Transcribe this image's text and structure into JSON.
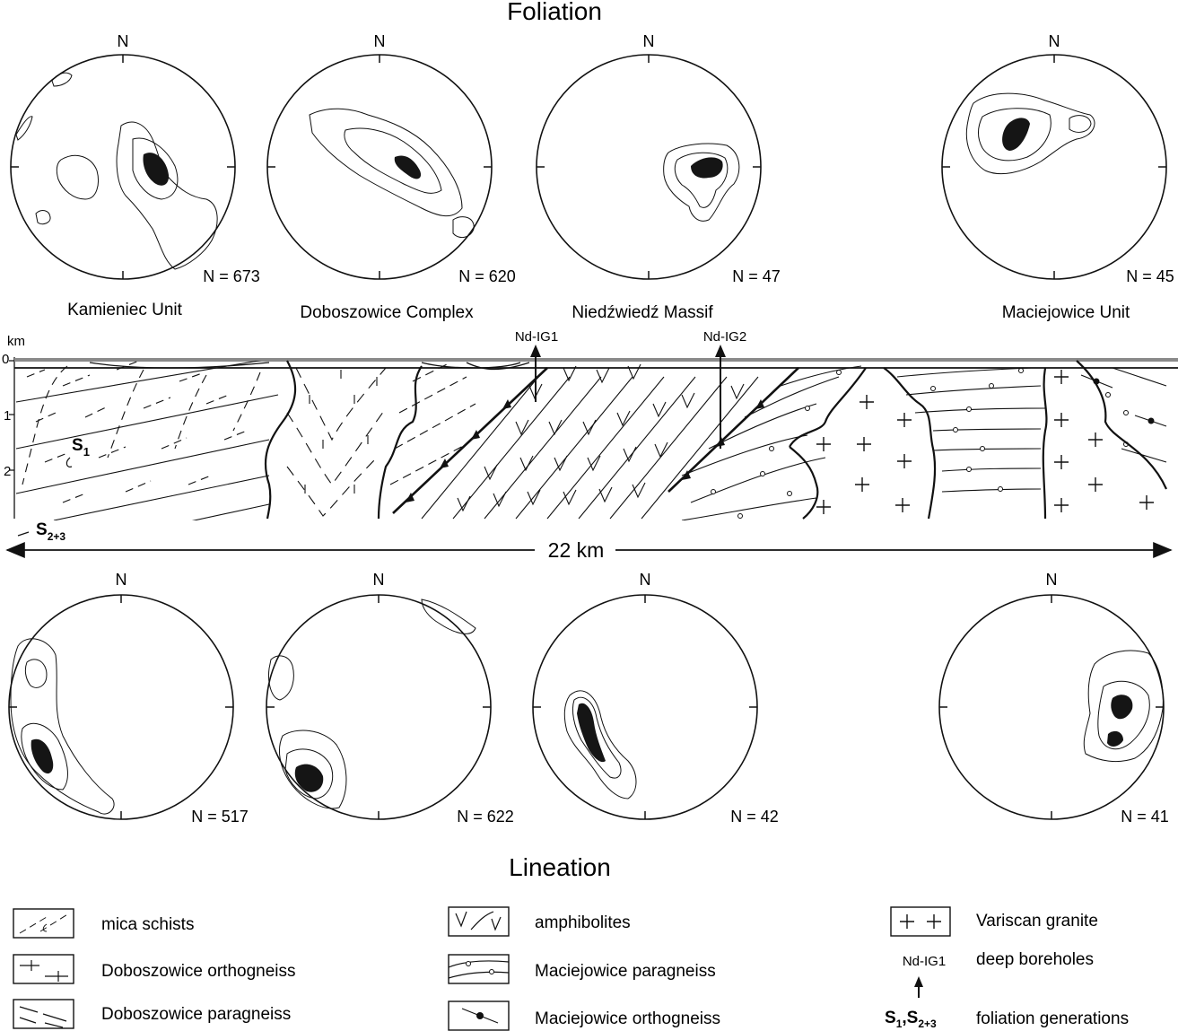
{
  "titles": {
    "top": "Foliation",
    "bottom": "Lineation"
  },
  "north_label": "N",
  "units": [
    {
      "name": "Kamieniec Unit",
      "foliation_n": "N = 673",
      "lineation_n": "N = 517"
    },
    {
      "name": "Doboszowice Complex",
      "foliation_n": "N = 620",
      "lineation_n": "N = 622"
    },
    {
      "name": "Niedźwiedź Massif",
      "foliation_n": "N = 47",
      "lineation_n": "N = 42"
    },
    {
      "name": "Maciejowice Unit",
      "foliation_n": "N = 45",
      "lineation_n": "N = 41"
    }
  ],
  "section": {
    "depth_unit": "km",
    "depth_ticks": [
      "0",
      "1",
      "2"
    ],
    "boreholes": [
      "Nd-IG1",
      "Nd-IG2"
    ],
    "scale_label": "22 km",
    "s1_label": {
      "main": "S",
      "sub": "1"
    },
    "s23_label": {
      "main": "S",
      "sub": "2+3"
    }
  },
  "legend": [
    {
      "label": "mica schists"
    },
    {
      "label": "Doboszowice orthogneiss"
    },
    {
      "label": "Doboszowice paragneiss"
    },
    {
      "label": "amphibolites"
    },
    {
      "label": "Maciejowice paragneiss"
    },
    {
      "label": "Maciejowice orthogneiss"
    },
    {
      "label": "Variscan granite"
    },
    {
      "label": "deep boreholes",
      "symbol_text": "Nd-IG1"
    },
    {
      "label": "foliation generations",
      "symbol_main": "S",
      "symbol_sub1": "1",
      "symbol_sep": ",S",
      "symbol_sub2": "2+3"
    }
  ],
  "colors": {
    "light": "#dcdcdc",
    "medium": "#a3a3a3",
    "dark": "#151515",
    "ground": "#8a8a8a"
  }
}
